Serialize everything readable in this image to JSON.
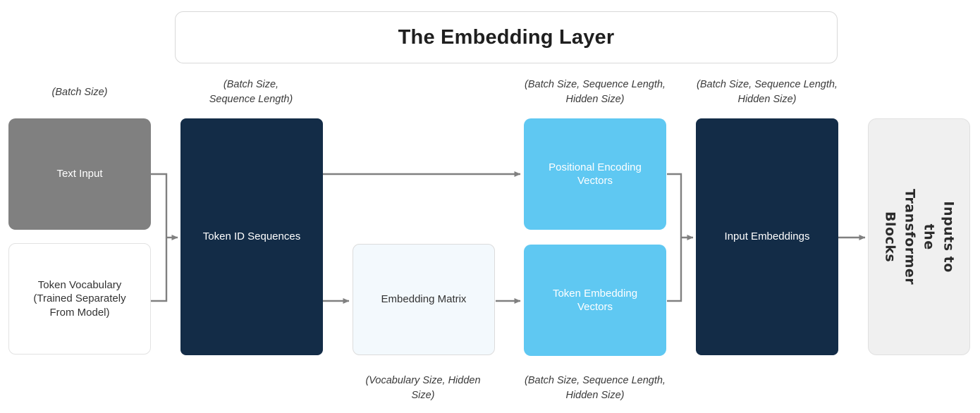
{
  "title": {
    "text": "The Embedding Layer"
  },
  "nodes": {
    "text_input": "Text Input",
    "token_vocabulary": "Token Vocabulary\n(Trained Separately\nFrom Model)",
    "token_id_sequences": "Token ID Sequences",
    "embedding_matrix": "Embedding Matrix",
    "positional_encoding_vectors": "Positional Encoding\nVectors",
    "token_embedding_vectors": "Token Embedding\nVectors",
    "input_embeddings": "Input Embeddings",
    "transformer_inputs": "Inputs to the\nTransformer Blocks"
  },
  "dimension_labels": {
    "batch_size": "(Batch Size)",
    "batch_seq": "(Batch Size,\nSequence Length)",
    "batch_seq_hidden_top_left": "(Batch Size, Sequence Length,\nHidden Size)",
    "batch_seq_hidden_top_right": "(Batch Size, Sequence Length,\nHidden Size)",
    "vocab_hidden": "(Vocabulary Size, Hidden\nSize)",
    "batch_seq_hidden_bottom": "(Batch Size, Sequence Length,\nHidden Size)"
  },
  "colors": {
    "navy": "#132c47",
    "cyan": "#5fc8f2",
    "gray": "#808080",
    "pale_blue": "#f3f9fd",
    "light_gray": "#f0f0f0",
    "connector": "#808080",
    "border": "#d9d9d9"
  }
}
